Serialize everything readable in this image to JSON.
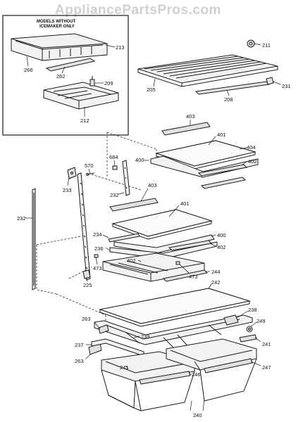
{
  "watermark": "AppliancePartsPros.com",
  "inset": {
    "title_line1": "MODELS WITHOUT",
    "title_line2": "ICEMAKER ONLY"
  },
  "labels": {
    "p213": "213",
    "p266": "266",
    "p262": "262",
    "p209": "209",
    "p212": "212",
    "p211": "211",
    "p205": "205",
    "p208": "208",
    "p231": "231",
    "p403a": "403",
    "p401a": "401",
    "p404": "404",
    "p400a": "400",
    "p402a": "402",
    "p570": "570",
    "p684": "684",
    "p233": "233",
    "p232b": "232",
    "p403b": "403",
    "p401b": "401",
    "p232a": "232",
    "p234": "234",
    "p400b": "400",
    "p236": "236",
    "p402b": "402",
    "p402c": "402",
    "p473a": "473",
    "p473b": "473",
    "p225": "225",
    "p244": "244",
    "p242": "242",
    "p238": "238",
    "p249": "249",
    "p263a": "263",
    "p239": "239",
    "p237": "237",
    "p241a": "241",
    "p263b": "263",
    "p241b": "241",
    "p246": "246",
    "p247": "247",
    "p240": "240"
  }
}
